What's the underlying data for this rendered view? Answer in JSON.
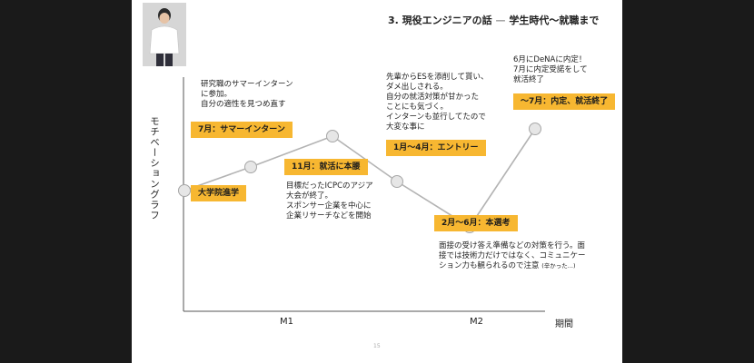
{
  "header": {
    "title": "3. 現役エンジニアの話",
    "separator": "—",
    "subtitle": "学生時代〜就職まで"
  },
  "axes": {
    "ylabel": "モチベーショングラフ",
    "xlabel": "期間",
    "x_categories": [
      "M1",
      "M2"
    ]
  },
  "events": [
    {
      "label": "大学院進学",
      "level": 0.3
    },
    {
      "label": "7月：サマーインターン",
      "level": 0.43,
      "note": "研究職のサマーインターン\nに参加。\n自分の適性を見つめ直す"
    },
    {
      "label": "11月：就活に本腰",
      "level": 0.6,
      "note": "目標だったICPCのアジア\n大会が終了。\nスポンサー企業を中心に\n企業リサーチなどを開始"
    },
    {
      "label": "1月〜4月：エントリー",
      "level": 0.35,
      "note": "先輩からESを添削して貰い、\nダメ出しされる。\n自分の就活対策が甘かった\nことにも気づく。\nインターンも並行してたので\n大変な事に"
    },
    {
      "label": "2月〜6月：本選考",
      "level": 0.1,
      "note_main": "面接の受け答え準備などの対策を行う。面\n接では技術力だけではなく、コミュニケー\nション力も観られるので注意 ",
      "note_small": "(辛かった...)"
    },
    {
      "label": "〜7月：内定、就活終了",
      "level": 0.64,
      "note": "6月にDeNAに内定！\n7月に内定受諾をして\n就活終了"
    }
  ],
  "page_number": "15",
  "colors": {
    "accent": "#f7b731",
    "line": "#b3b3b3",
    "node_fill": "#e6e6e6",
    "node_stroke": "#a6a6a6"
  }
}
